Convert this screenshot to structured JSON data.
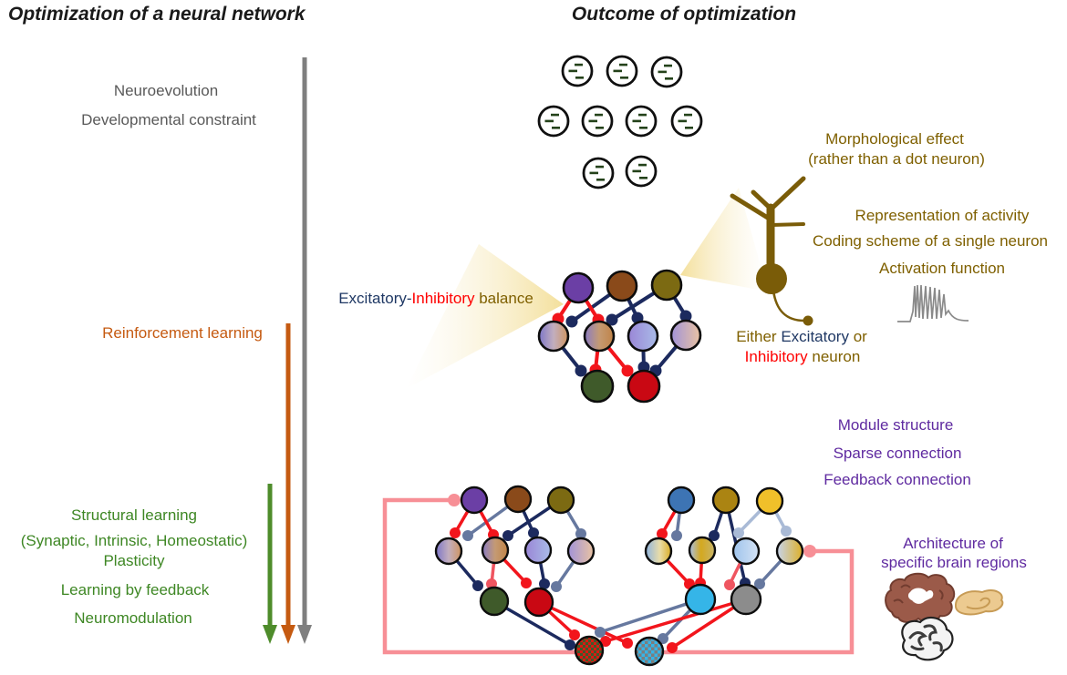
{
  "titles": {
    "left": "Optimization of a neural network",
    "right": "Outcome of optimization"
  },
  "left_column": {
    "gray_labels": [
      "Neuroevolution",
      "Developmental constraint"
    ],
    "orange_label": "Reinforcement learning",
    "green_labels": [
      "Structural learning",
      "(Synaptic, Intrinsic, Homeostatic)",
      "Plasticity",
      "Learning by feedback",
      "Neuromodulation"
    ]
  },
  "annotations": {
    "ei_balance": {
      "excitatory": "Excitatory-",
      "inhibitory": "Inhibitory",
      "balance": " balance"
    },
    "morphology": [
      "Morphological effect",
      "(rather than a dot neuron)"
    ],
    "single_neuron": [
      "Representation of activity",
      "Coding scheme of a single neuron",
      "Activation function"
    ],
    "either_line1": {
      "a": "Either ",
      "b": "Excitatory",
      "c": " or"
    },
    "either_line2": {
      "a": "Inhibitory",
      "b": " neuron"
    },
    "network_labels": [
      "Module structure",
      "Sparse connection",
      "Feedback connection"
    ],
    "architecture": [
      "Architecture of",
      "specific brain regions"
    ]
  },
  "icons": [
    "dot-neuron-icon",
    "neuron-morphology-icon",
    "spike-train-icon",
    "light-beam-icon",
    "gray-arrow-icon",
    "orange-arrow-icon",
    "green-arrow-icon",
    "small-network-icon",
    "module-network-icon",
    "feedback-loop-icon",
    "cortex-icon",
    "hippocampus-icon",
    "cerebellum-icon"
  ],
  "colors": {
    "gray_text": "#595959",
    "orange": "#c55a11",
    "green": "#3e8724",
    "olive": "#7f6000",
    "navy": "#1f3864",
    "red": "#ff0000",
    "purple": "#5f2aa0",
    "pink_loop": "#f78f96",
    "beam": "#f3de96",
    "node_purple": "#6b3fa5",
    "node_brown": "#8a4a1a",
    "node_olive": "#7c6a12",
    "node_green": "#3f5a2a",
    "node_red": "#c90813",
    "node_steelblue": "#3d74b4",
    "node_gold": "#ab8412",
    "node_yellow": "#f0c02a",
    "node_cyan": "#35b5e8",
    "node_gray": "#8c8c8c",
    "edge_navy": "#1c2a5e",
    "edge_red": "#f2151c",
    "edge_slate": "#66789f",
    "edge_lightsteel": "#a9bad6"
  }
}
